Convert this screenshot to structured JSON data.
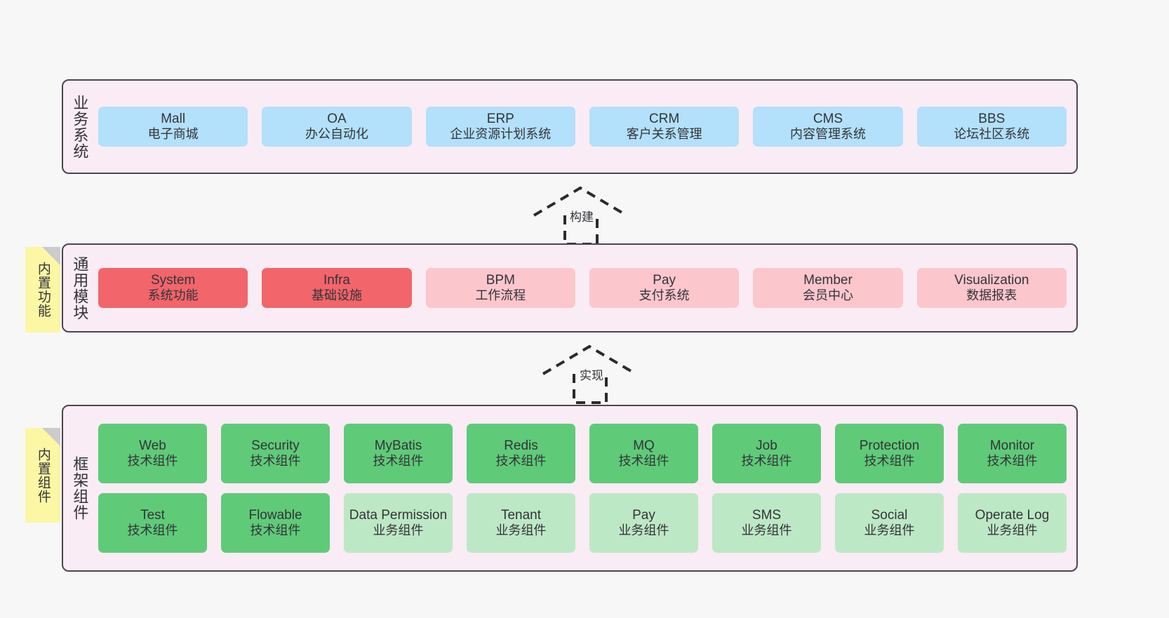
{
  "diagram": {
    "background_color": "#f7f7f7",
    "panel_fill": "#f9ecf5",
    "panel_border": "#4d4550",
    "note_fill": "#fbf7a5",
    "colors": {
      "blue": "#b3e0fa",
      "red": "#f2656a",
      "pink": "#fcc6cd",
      "green": "#5fcb78",
      "light_green": "#bde8c5"
    }
  },
  "sections": [
    {
      "title": "业务系统",
      "rows": [
        [
          {
            "name": "Mall",
            "desc": "电子商城",
            "color": "blue"
          },
          {
            "name": "OA",
            "desc": "办公自动化",
            "color": "blue"
          },
          {
            "name": "ERP",
            "desc": "企业资源计划系统",
            "color": "blue"
          },
          {
            "name": "CRM",
            "desc": "客户关系管理",
            "color": "blue"
          },
          {
            "name": "CMS",
            "desc": "内容管理系统",
            "color": "blue"
          },
          {
            "name": "BBS",
            "desc": "论坛社区系统",
            "color": "blue"
          }
        ]
      ]
    },
    {
      "title": "通用模块",
      "note": "内置功能",
      "rows": [
        [
          {
            "name": "System",
            "desc": "系统功能",
            "color": "red"
          },
          {
            "name": "Infra",
            "desc": "基础设施",
            "color": "red"
          },
          {
            "name": "BPM",
            "desc": "工作流程",
            "color": "pink"
          },
          {
            "name": "Pay",
            "desc": "支付系统",
            "color": "pink"
          },
          {
            "name": "Member",
            "desc": "会员中心",
            "color": "pink"
          },
          {
            "name": "Visualization",
            "desc": "数据报表",
            "color": "pink"
          }
        ]
      ]
    },
    {
      "title": "框架组件",
      "note": "内置组件",
      "rows": [
        [
          {
            "name": "Web",
            "desc": "技术组件",
            "color": "green"
          },
          {
            "name": "Security",
            "desc": "技术组件",
            "color": "green"
          },
          {
            "name": "MyBatis",
            "desc": "技术组件",
            "color": "green"
          },
          {
            "name": "Redis",
            "desc": "技术组件",
            "color": "green"
          },
          {
            "name": "MQ",
            "desc": "技术组件",
            "color": "green"
          },
          {
            "name": "Job",
            "desc": "技术组件",
            "color": "green"
          },
          {
            "name": "Protection",
            "desc": "技术组件",
            "color": "green"
          },
          {
            "name": "Monitor",
            "desc": "技术组件",
            "color": "green"
          }
        ],
        [
          {
            "name": "Test",
            "desc": "技术组件",
            "color": "green"
          },
          {
            "name": "Flowable",
            "desc": "技术组件",
            "color": "green"
          },
          {
            "name": "Data Permission",
            "desc": "业务组件",
            "color": "light_green"
          },
          {
            "name": "Tenant",
            "desc": "业务组件",
            "color": "light_green"
          },
          {
            "name": "Pay",
            "desc": "业务组件",
            "color": "light_green"
          },
          {
            "name": "SMS",
            "desc": "业务组件",
            "color": "light_green"
          },
          {
            "name": "Social",
            "desc": "业务组件",
            "color": "light_green"
          },
          {
            "name": "Operate Log",
            "desc": "业务组件",
            "color": "light_green"
          }
        ]
      ]
    }
  ],
  "connectors": [
    {
      "label": "构建"
    },
    {
      "label": "实现"
    }
  ]
}
